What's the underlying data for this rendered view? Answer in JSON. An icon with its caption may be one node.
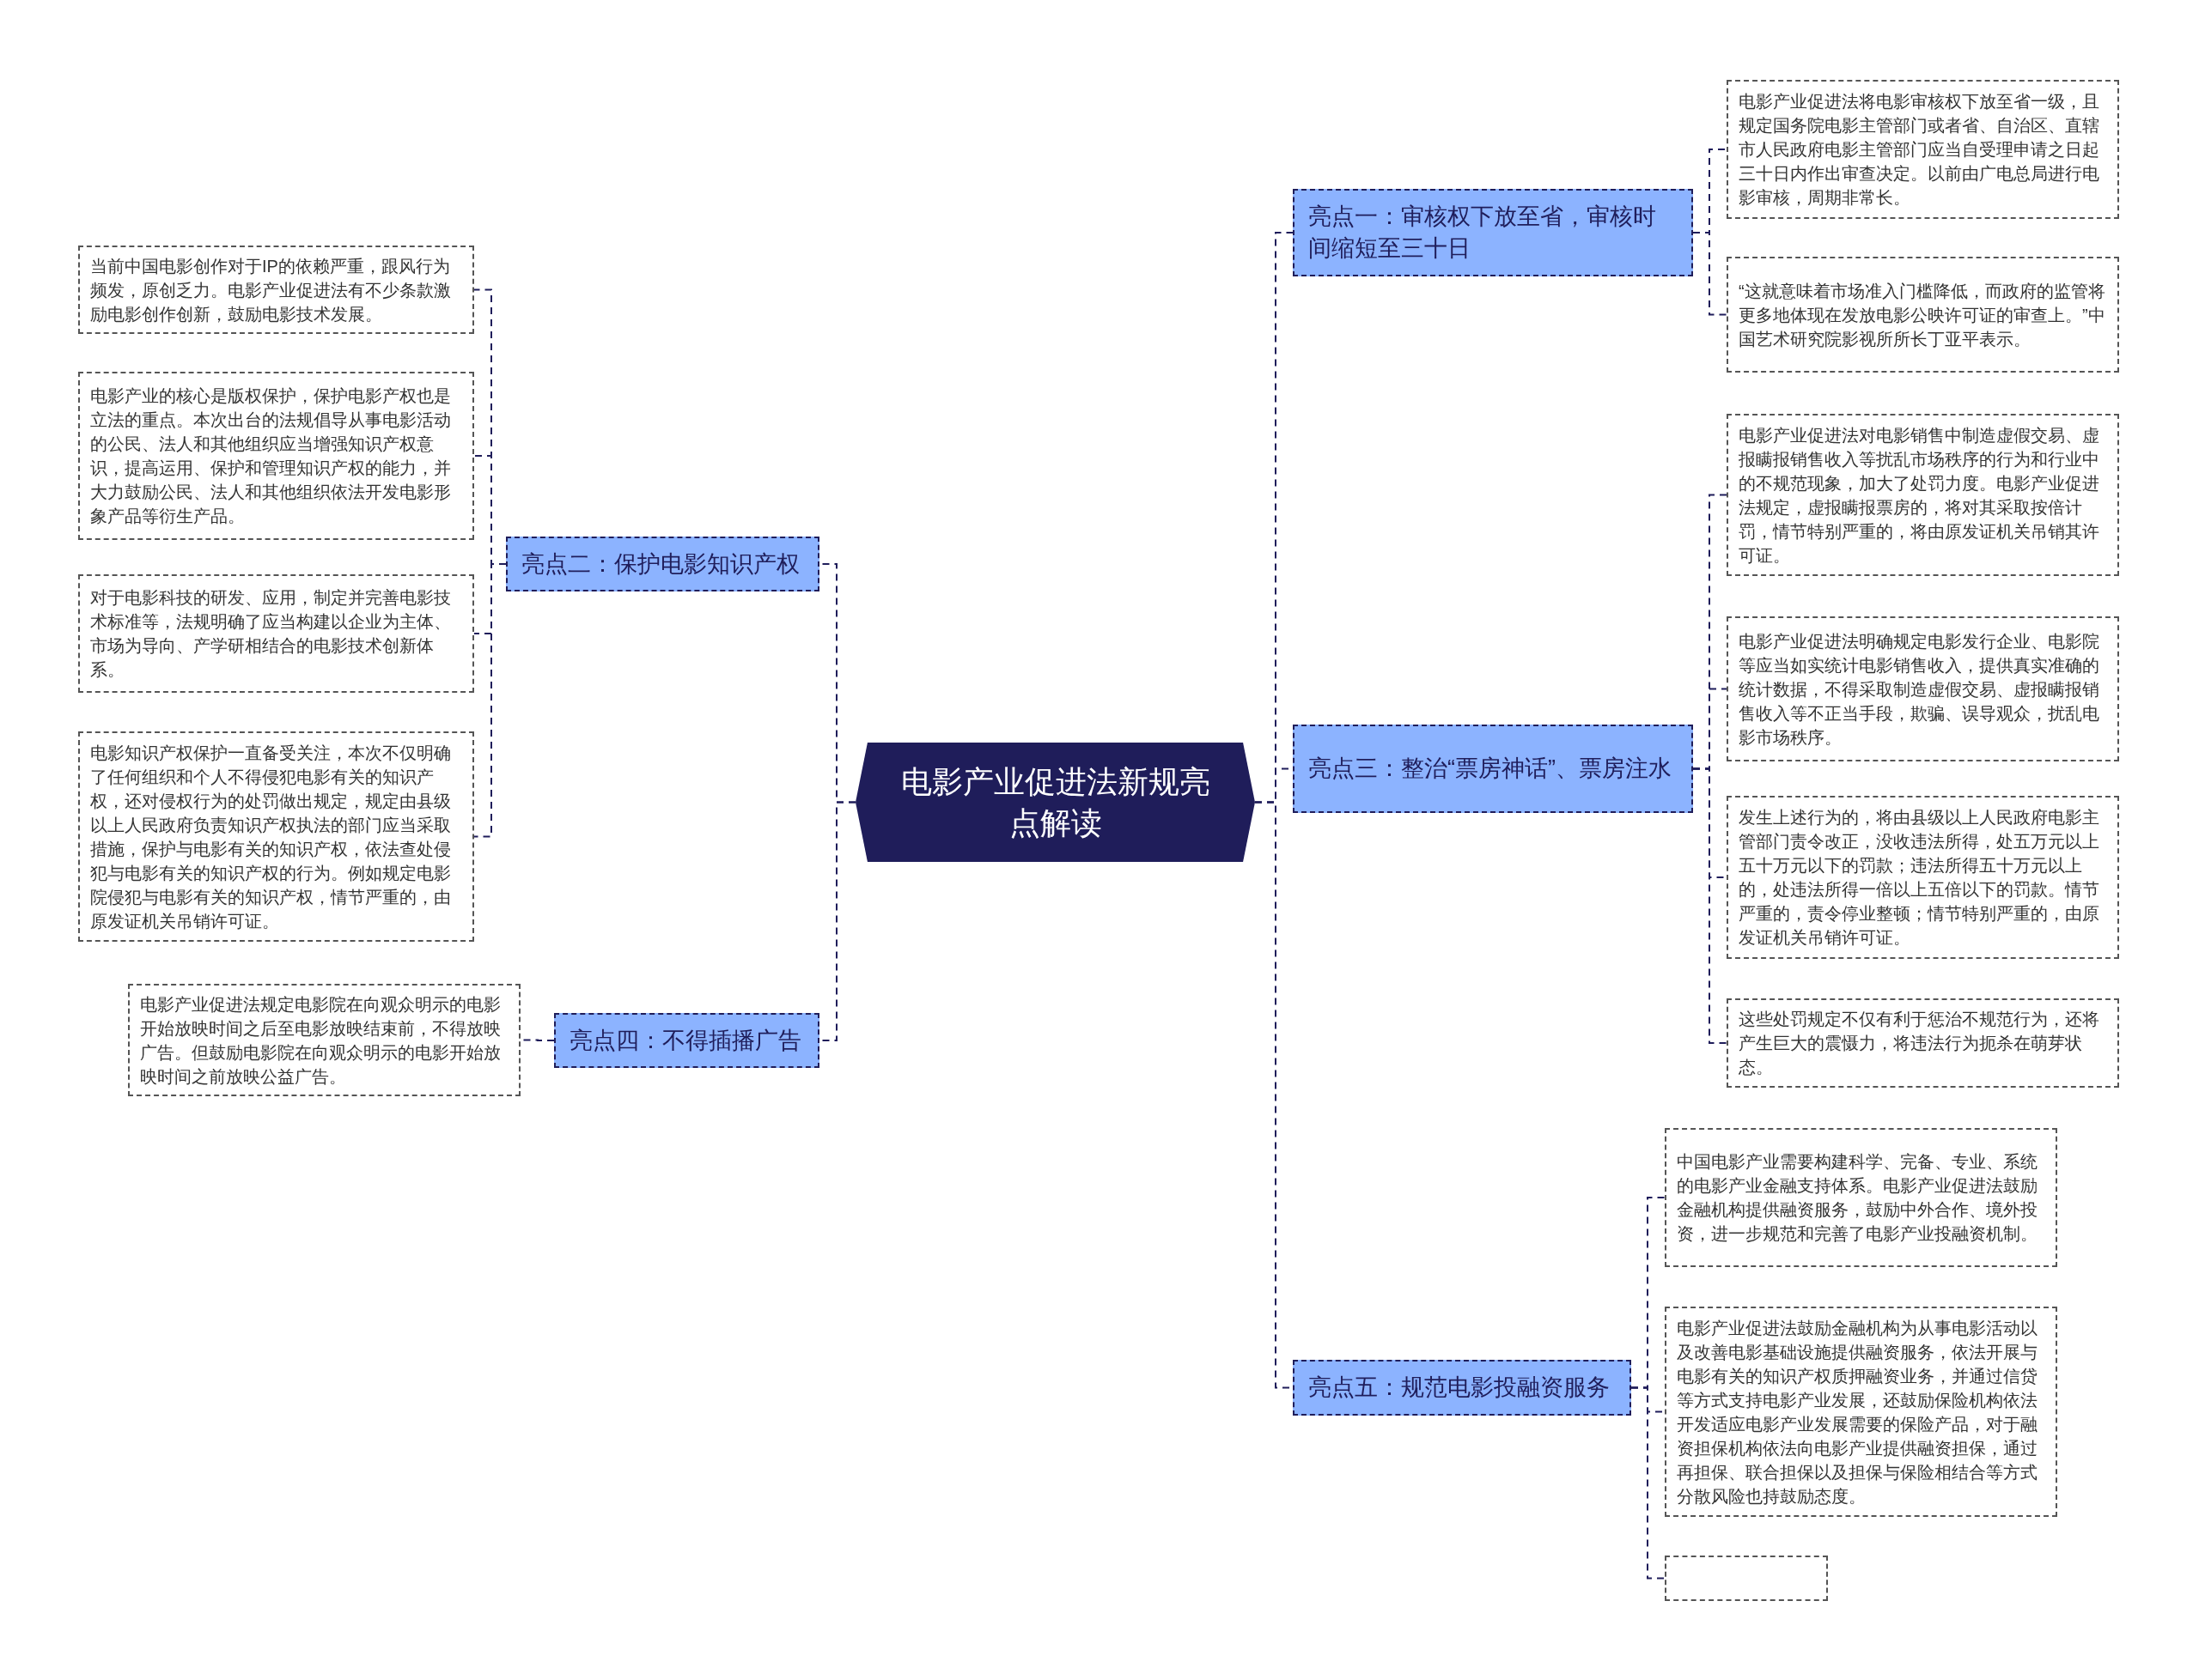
{
  "diagram": {
    "nodes": [
      {
        "text": [
          "电影产业促进法新规亮点解读"
        ]
      },
      {
        "text": [
          "亮点一：审核权下放至省，审核时间缩短至三十日"
        ]
      },
      {
        "text": [
          "电影产业促进法将电影审核权下放至省一级，且规定国务院电影主管部门或者省、自治区、直辖市人民政府电影主管部门应当自受理申请之日起三十日内作出审查决定。以前由广电总局进行电影审核，周期非常长。"
        ]
      },
      {
        "text": [
          "“这就意味着市场准入门槛降低，而政府的监管将更多地体现在发放电影公映许可证的审查上。”中国艺术研究院影视所所长丁亚平表示。"
        ]
      },
      {
        "text": [
          "亮点二：保护电影知识产权"
        ]
      },
      {
        "text": [
          "当前中国电影创作对于IP的依赖严重，跟风行为频发，原创乏力。电影产业促进法有不少条款激励电影创作创新，鼓励电影技术发展。"
        ]
      },
      {
        "text": [
          "电影产业的核心是版权保护，保护电影产权也是立法的重点。本次出台的法规倡导从事电影活动的公民、法人和其他组织应当增强知识产权意识，提高运用、保护和管理知识产权的能力，并大力鼓励公民、法人和其他组织依法开发电影形象产品等衍生产品。"
        ]
      },
      {
        "text": [
          "对于电影科技的研发、应用，制定并完善电影技术标准等，法规明确了应当构建以企业为主体、市场为导向、产学研相结合的电影技术创新体系。"
        ]
      },
      {
        "text": [
          "电影知识产权保护一直备受关注，本次不仅明确了任何组织和个人不得侵犯电影有关的知识产权，还对侵权行为的处罚做出规定，规定由县级以上人民政府负责知识产权执法的部门应当采取措施，保护与电影有关的知识产权，依法查处侵犯与电影有关的知识产权的行为。例如规定电影院侵犯与电影有关的知识产权，情节严重的，由原发证机关吊销许可证。"
        ]
      },
      {
        "text": [
          "亮点三：整治“票房神话”、票房注水"
        ]
      },
      {
        "text": [
          "电影产业促进法对电影销售中制造虚假交易、虚报瞒报销售收入等扰乱市场秩序的行为和行业中的不规范现象，加大了处罚力度。电影产业促进法规定，虚报瞒报票房的，将对其采取按倍计罚，情节特别严重的，将由原发证机关吊销其许可证。"
        ]
      },
      {
        "text": [
          "电影产业促进法明确规定电影发行企业、电影院等应当如实统计电影销售收入，提供真实准确的统计数据，不得采取制造虚假交易、虚报瞒报销售收入等不正当手段，欺骗、误导观众，扰乱电影市场秩序。"
        ]
      },
      {
        "text": [
          "发生上述行为的，将由县级以上人民政府电影主管部门责令改正，没收违法所得，处五万元以上五十万元以下的罚款；违法所得五十万元以上的，处违法所得一倍以上五倍以下的罚款。情节严重的，责令停业整顿；情节特别严重的，由原发证机关吊销许可证。"
        ]
      },
      {
        "text": [
          "这些处罚规定不仅有利于惩治不规范行为，还将产生巨大的震慑力，将违法行为扼杀在萌芽状态。"
        ]
      },
      {
        "text": [
          "亮点四：不得插播广告"
        ]
      },
      {
        "text": [
          "电影产业促进法规定电影院在向观众明示的电影开始放映时间之后至电影放映结束前，不得放映广告。但鼓励电影院在向观众明示的电影开始放映时间之前放映公益广告。"
        ]
      },
      {
        "text": [
          "亮点五：规范电影投融资服务"
        ]
      },
      {
        "text": [
          "中国电影产业需要构建科学、完备、专业、系统的电影产业金融支持体系。电影产业促进法鼓励金融机构提供融资服务，鼓励中外合作、境外投资，进一步规范和完善了电影产业投融资机制。"
        ]
      },
      {
        "text": [
          "电影产业促进法鼓励金融机构为从事电影活动以及改善电影基础设施提供融资服务，依法开展与电影有关的知识产权质押融资业务，并通过信贷等方式支持电影产业发展，还鼓励保险机构依法开发适应电影产业发展需要的保险产品，对于融资担保机构依法向电影产业提供融资担保，通过再担保、联合担保以及担保与保险相结合等方式分散风险也持鼓励态度。"
        ]
      },
      {
        "text": [],
        "shape": "box"
      }
    ],
    "edges": [
      {
        "from": 0,
        "to": 1,
        "arrow": "none",
        "style": "dashed"
      },
      {
        "from": 1,
        "to": 2,
        "arrow": "none",
        "style": "dashed"
      },
      {
        "from": 1,
        "to": 3,
        "arrow": "none",
        "style": "dashed"
      },
      {
        "from": 0,
        "to": 4,
        "arrow": "none",
        "style": "dashed"
      },
      {
        "from": 4,
        "to": 5,
        "arrow": "none",
        "style": "dashed"
      },
      {
        "from": 4,
        "to": 6,
        "arrow": "none",
        "style": "dashed"
      },
      {
        "from": 4,
        "to": 7,
        "arrow": "none",
        "style": "dashed"
      },
      {
        "from": 4,
        "to": 8,
        "arrow": "none",
        "style": "dashed"
      },
      {
        "from": 0,
        "to": 9,
        "arrow": "none",
        "style": "dashed"
      },
      {
        "from": 9,
        "to": 10,
        "arrow": "none",
        "style": "dashed"
      },
      {
        "from": 9,
        "to": 11,
        "arrow": "none",
        "style": "dashed"
      },
      {
        "from": 9,
        "to": 12,
        "arrow": "none",
        "style": "dashed"
      },
      {
        "from": 9,
        "to": 13,
        "arrow": "none",
        "style": "dashed"
      },
      {
        "from": 0,
        "to": 14,
        "arrow": "none",
        "style": "dashed"
      },
      {
        "from": 14,
        "to": 15,
        "arrow": "none",
        "style": "dashed"
      },
      {
        "from": 0,
        "to": 16,
        "arrow": "none",
        "style": "dashed"
      },
      {
        "from": 16,
        "to": 17,
        "arrow": "none",
        "style": "dashed"
      },
      {
        "from": 16,
        "to": 18,
        "arrow": "none",
        "style": "dashed"
      },
      {
        "from": 16,
        "to": 19,
        "arrow": "none",
        "style": "dashed"
      }
    ]
  }
}
